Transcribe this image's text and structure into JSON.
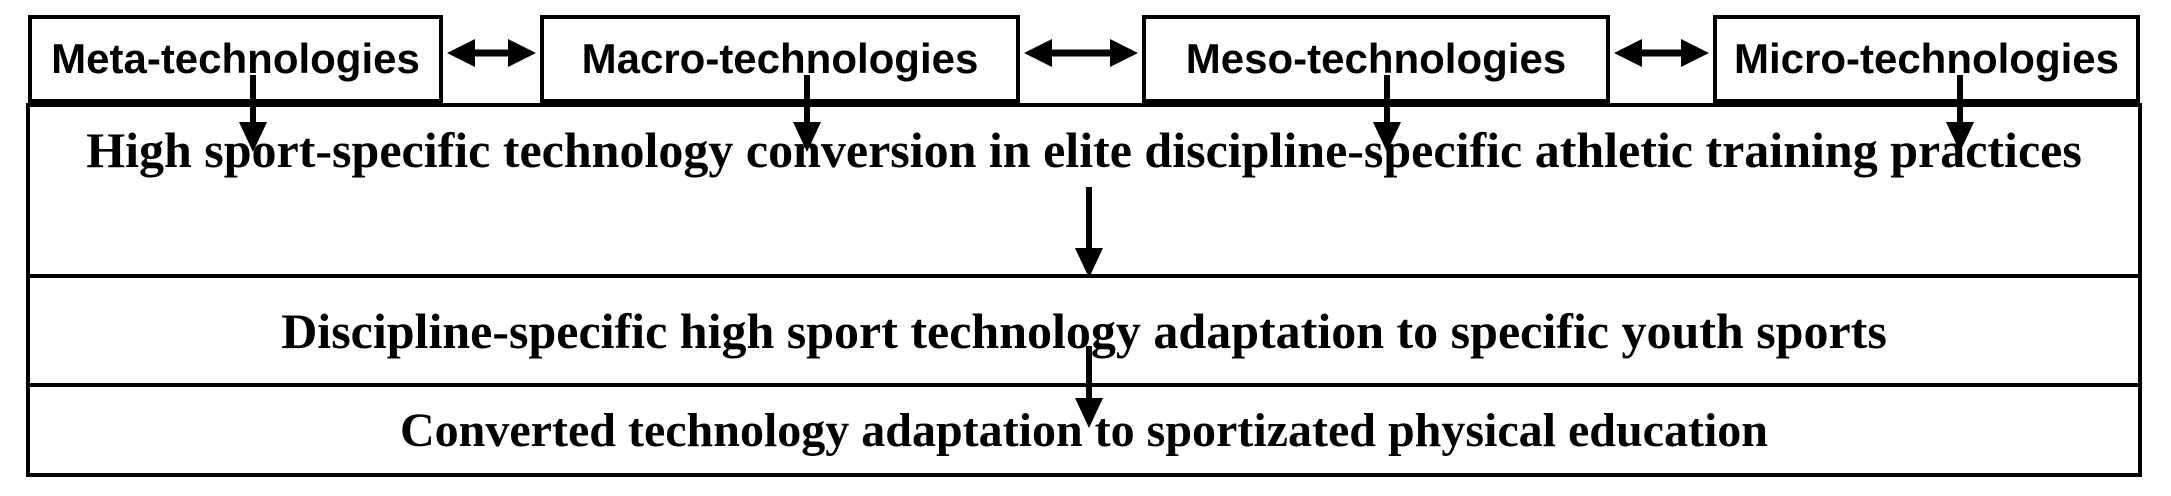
{
  "diagram": {
    "top_row": {
      "boxes": [
        {
          "label": "Meta-technologies"
        },
        {
          "label": "Macro-technologies"
        },
        {
          "label": "Meso-technologies"
        },
        {
          "label": "Micro-technologies"
        }
      ],
      "connector": "double-headed-arrow"
    },
    "flow_rows": [
      {
        "text": "High sport-specific technology conversion in elite discipline-specific athletic training practices"
      },
      {
        "text": "Discipline-specific high sport technology adaptation to specific youth sports"
      },
      {
        "text": "Converted technology adaptation to sportizated physical education"
      }
    ],
    "colors": {
      "line": "#000000",
      "background": "#ffffff",
      "text": "#000000"
    }
  }
}
